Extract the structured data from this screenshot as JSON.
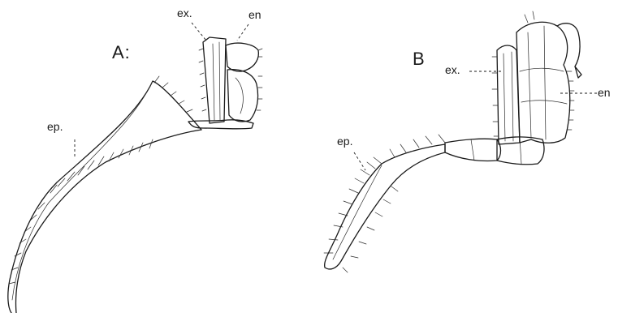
{
  "figure_a": {
    "label": "A:",
    "labels": {
      "exopodite": "ex.",
      "endopodite": "en",
      "epipodite": "ep."
    }
  },
  "figure_b": {
    "label": "B",
    "labels": {
      "exopodite": "ex.",
      "endopodite": "en",
      "epipodite": "ep."
    }
  }
}
